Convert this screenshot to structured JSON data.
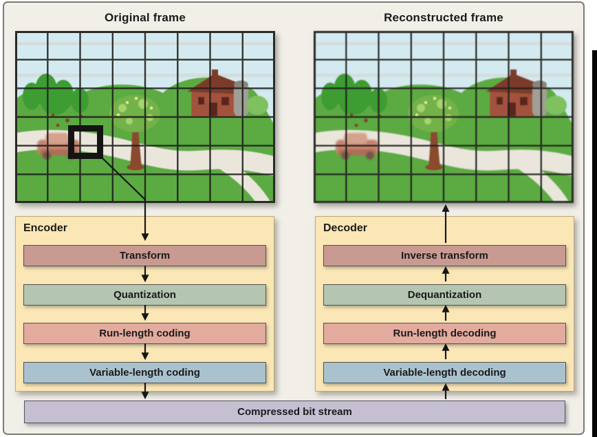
{
  "figure": {
    "left": {
      "title": "Original frame",
      "codec_label": "Encoder",
      "flow": "down",
      "stages": [
        {
          "label": "Transform",
          "color": "#c99a92"
        },
        {
          "label": "Quantization",
          "color": "#b4c6b1"
        },
        {
          "label": "Run-length coding",
          "color": "#e3aa9e"
        },
        {
          "label": "Variable-length coding",
          "color": "#a9c2ce"
        }
      ]
    },
    "right": {
      "title": "Reconstructed frame",
      "codec_label": "Decoder",
      "flow": "up",
      "stages": [
        {
          "label": "Inverse transform",
          "color": "#c99a92"
        },
        {
          "label": "Dequantization",
          "color": "#b4c6b1"
        },
        {
          "label": "Run-length decoding",
          "color": "#e3aa9e"
        },
        {
          "label": "Variable-length decoding",
          "color": "#a9c2ce"
        }
      ]
    },
    "bitstream": {
      "label": "Compressed bit stream",
      "color": "#c6bfd2"
    },
    "colors": {
      "background": "#f1efe8",
      "codec_box": "#fbe6b6",
      "frame_border": "#7b7a73",
      "arrow": "#161616",
      "grid_line": "#1e1e1c",
      "scene": {
        "sky": "#d3eaf0",
        "grass": "#5caa43",
        "trees": "#3e9c33",
        "house": "#a3523c",
        "roof": "#7c3a2b",
        "silo": "#a19e95",
        "road": "#eae6dc",
        "car": "#c5836e",
        "trunk": "#8b4a2e",
        "foliage": "#73b148"
      }
    }
  }
}
